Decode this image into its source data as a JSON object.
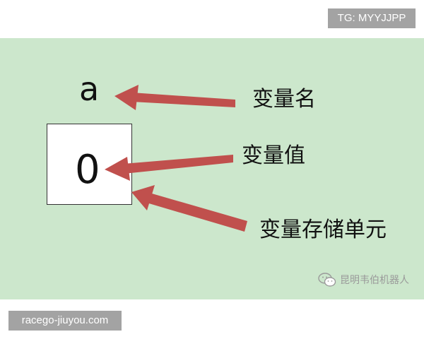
{
  "header_tag": "TG: MYYJJPP",
  "diagram": {
    "variable_name": "a",
    "variable_value": "0",
    "labels": {
      "name": "变量名",
      "value": "变量值",
      "storage_unit": "变量存储单元"
    }
  },
  "watermark": {
    "icon": "wechat-icon",
    "text": "昆明韦伯机器人"
  },
  "footer_tag": "racego-jiuyou.com",
  "colors": {
    "background_panel": "#cce7cc",
    "arrow": "#c0504d",
    "tag_background": "#a3a3a3"
  }
}
